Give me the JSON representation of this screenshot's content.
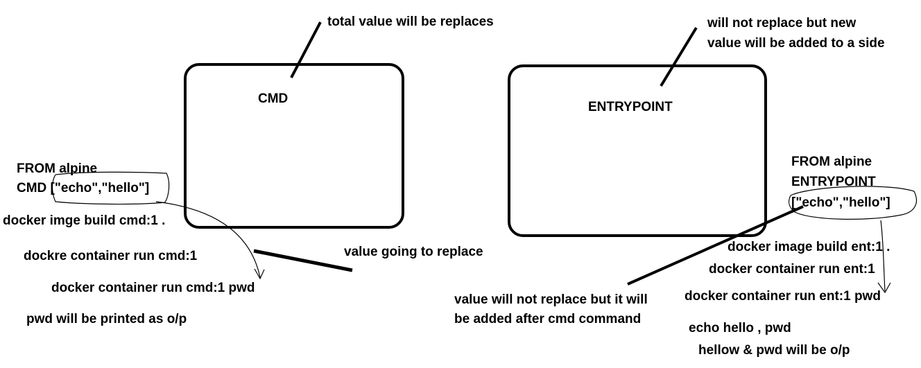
{
  "boxes": {
    "cmd_label": "CMD",
    "entrypoint_label": "ENTRYPOINT"
  },
  "annotations": {
    "cmd_top_note": "total value will be replaces",
    "ent_top_note_line1": "will not replace but new",
    "ent_top_note_line2": "value will be added to a side",
    "cmd_replace_note": "value going to replace",
    "ent_middle_note_line1": "value will not replace but it will",
    "ent_middle_note_line2": "be added after cmd command"
  },
  "cmd_example": {
    "line1": "FROM alpine",
    "line2": "CMD [\"echo\",\"hello\"]",
    "build": "docker imge build cmd:1 .",
    "run": "dockre container run cmd:1",
    "run_pwd": "docker container run cmd:1 pwd",
    "output": "pwd will be printed as o/p"
  },
  "ent_example": {
    "line1": "FROM alpine",
    "line2": "ENTRYPOINT",
    "line3": "[\"echo\",\"hello\"]",
    "build": "docker image build ent:1 .",
    "run": "docker container run ent:1",
    "run_pwd": "docker container run ent:1 pwd",
    "combined": "echo hello , pwd",
    "output": "hellow & pwd will be o/p"
  }
}
